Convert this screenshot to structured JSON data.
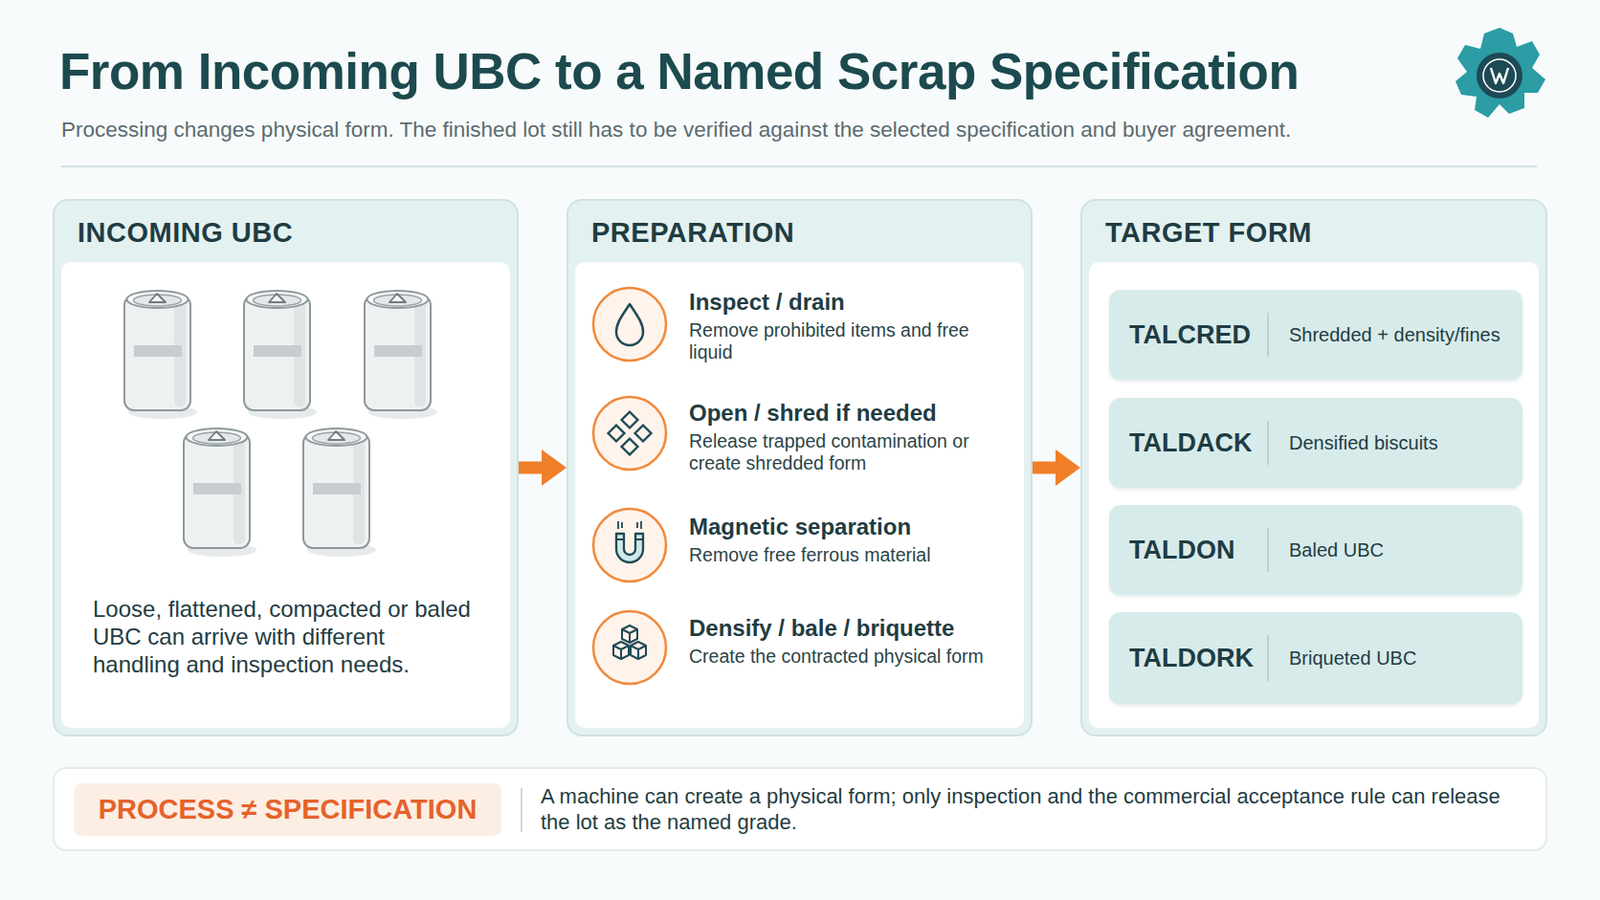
{
  "diagram": {
    "title": "From Incoming UBC to a Named Scrap Specification",
    "caption": "Processing changes physical form. The finished lot still has to be verified against the selected specification and buyer agreement.",
    "nodes": [
      {
        "text": [
          "INCOMING UBC",
          "Loose, flattened, compacted or baled UBC can arrive with different handling and inspection needs."
        ]
      },
      {
        "text": [
          "PREPARATION"
        ]
      },
      {
        "text": [
          "TARGET FORM"
        ]
      },
      {
        "text": [
          "TALCRED",
          "Shredded + density/fines"
        ],
        "in": 2
      },
      {
        "text": [
          "TALDACK",
          "Densified biscuits"
        ],
        "in": 2
      },
      {
        "text": [
          "TALDON",
          "Baled UBC"
        ],
        "in": 2
      },
      {
        "text": [
          "TALDORK",
          "Briqueted UBC"
        ],
        "in": 2
      },
      {
        "text": [
          "A machine can create a physical form; only inspection and the commercial acceptance rule can release the lot as the named grade."
        ]
      },
      {
        "text": [
          "PROCESS ≠ SPECIFICATION"
        ],
        "in": 7
      }
    ],
    "edges": [
      {
        "from": 0,
        "to": 1,
        "arrow": "to"
      },
      {
        "from": 1,
        "to": 2,
        "arrow": "to"
      }
    ],
    "labels": [
      "Inspect / drain",
      "Remove prohibited items and free liquid",
      "Open / shred if needed",
      "Release trapped contamination or create shredded form",
      "Magnetic separation",
      "Remove free ferrous material",
      "Densify / bale / briquette",
      "Create the contracted physical form"
    ]
  }
}
